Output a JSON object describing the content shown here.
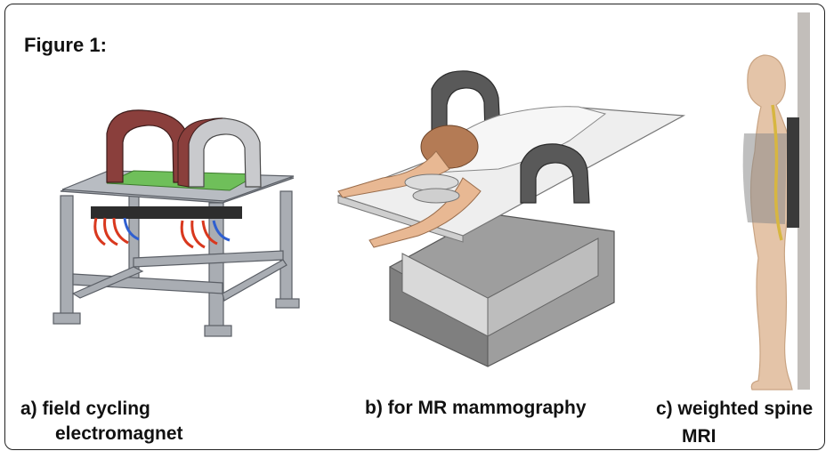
{
  "figure": {
    "title": "Figure 1:",
    "panels": [
      {
        "caption_lines": [
          "a)  field cycling",
          "electromagnet"
        ]
      },
      {
        "caption_lines": [
          "b) for MR mammography"
        ]
      },
      {
        "caption_lines": [
          "c) weighted spine",
          "MRI"
        ]
      }
    ]
  }
}
